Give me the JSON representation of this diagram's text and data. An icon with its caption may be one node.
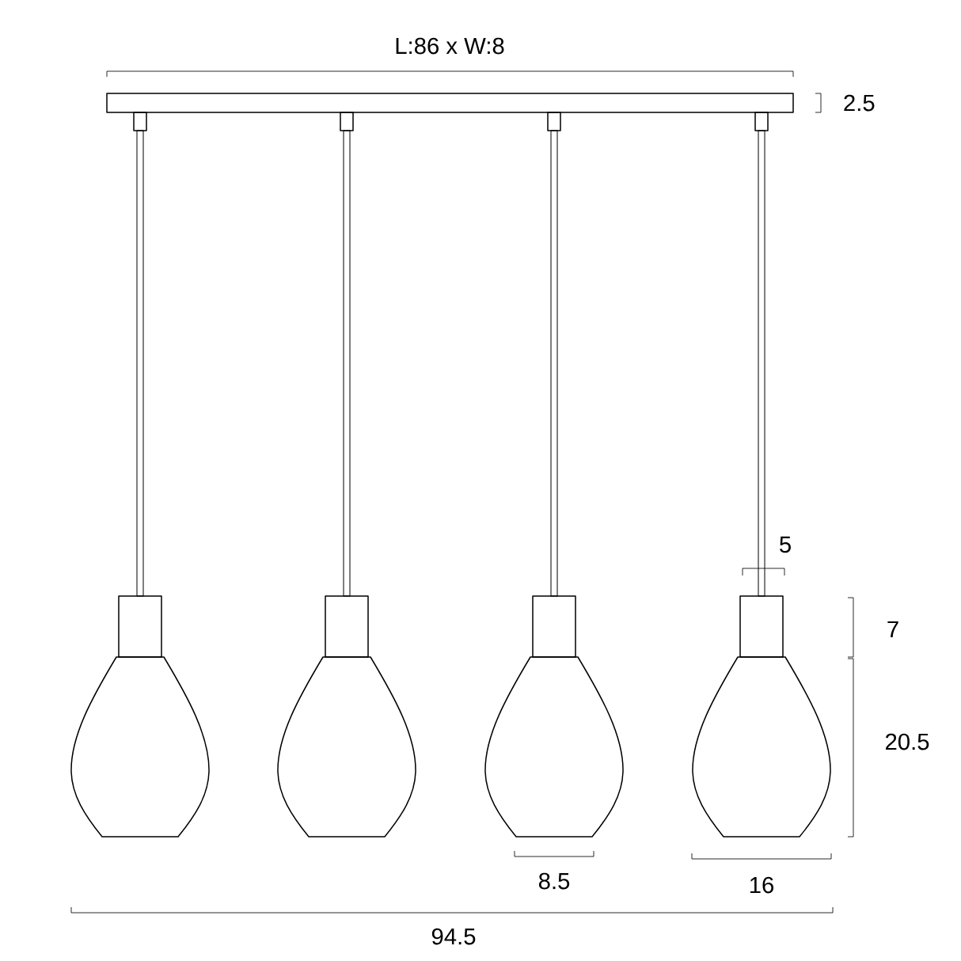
{
  "diagram": {
    "labels": [
      "L:86 x W:8",
      "2.5",
      "5",
      "7",
      "20.5",
      "8.5",
      "16",
      "94.5"
    ]
  }
}
